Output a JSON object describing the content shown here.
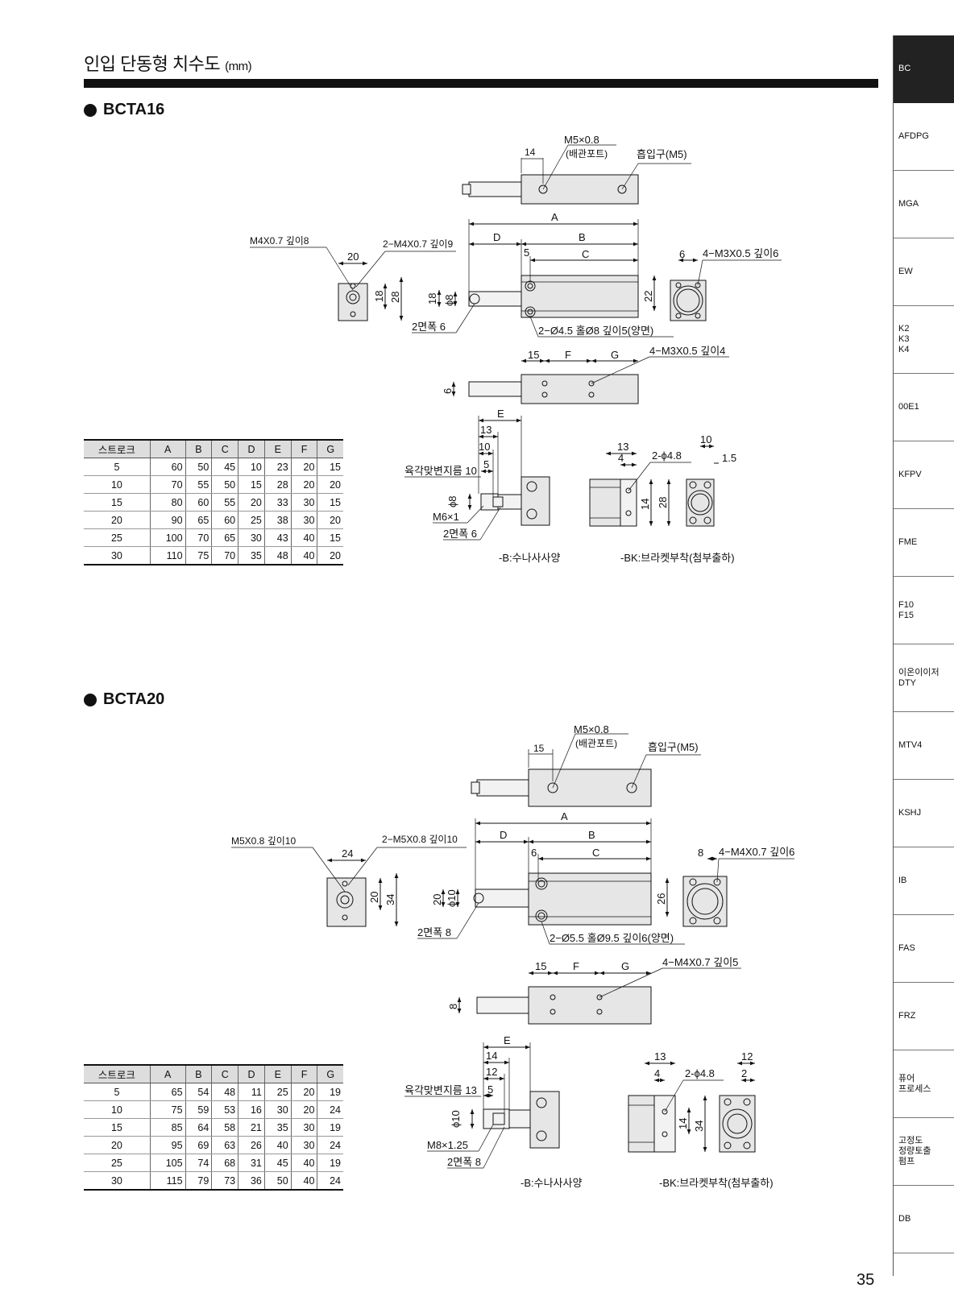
{
  "header": {
    "title": "인입 단동형 치수도",
    "unit": "(mm)"
  },
  "sidebar": [
    {
      "lines": [
        "BC"
      ],
      "active": true
    },
    {
      "lines": [
        "AFDPG"
      ]
    },
    {
      "lines": [
        "MGA"
      ]
    },
    {
      "lines": [
        "EW"
      ]
    },
    {
      "lines": [
        "K2",
        "K3",
        "K4"
      ]
    },
    {
      "lines": [
        "00E1"
      ]
    },
    {
      "lines": [
        "KFPV"
      ]
    },
    {
      "lines": [
        "FME"
      ]
    },
    {
      "lines": [
        "F10",
        "F15"
      ]
    },
    {
      "lines": [
        "이온이이저",
        "DTY"
      ]
    },
    {
      "lines": [
        "MTV4"
      ]
    },
    {
      "lines": [
        "KSHJ"
      ]
    },
    {
      "lines": [
        "IB"
      ]
    },
    {
      "lines": [
        "FAS"
      ]
    },
    {
      "lines": [
        "FRZ"
      ]
    },
    {
      "lines": [
        "퓨어",
        "프로세스"
      ]
    },
    {
      "lines": [
        "고정도",
        "정량토출",
        "펌프"
      ]
    },
    {
      "lines": [
        "DB"
      ]
    }
  ],
  "page_number": "35",
  "sections": [
    {
      "name": "BCTA16",
      "table": {
        "headers": [
          "스트로크",
          "A",
          "B",
          "C",
          "D",
          "E",
          "F",
          "G"
        ],
        "rows": [
          [
            "5",
            "60",
            "50",
            "45",
            "10",
            "23",
            "20",
            "15"
          ],
          [
            "10",
            "70",
            "55",
            "50",
            "15",
            "28",
            "20",
            "20"
          ],
          [
            "15",
            "80",
            "60",
            "55",
            "20",
            "33",
            "30",
            "15"
          ],
          [
            "20",
            "90",
            "65",
            "60",
            "25",
            "38",
            "30",
            "20"
          ],
          [
            "25",
            "100",
            "70",
            "65",
            "30",
            "43",
            "40",
            "15"
          ],
          [
            "30",
            "110",
            "75",
            "70",
            "35",
            "48",
            "40",
            "20"
          ]
        ]
      },
      "labels": {
        "port": "M5×0.8",
        "port_sub": "(배관포트)",
        "port_dim": "14",
        "breather": "흡입구(M5)",
        "front_tap": "M4X0.7 깊이8",
        "front_tap2": "2−M4X0.7 깊이9",
        "front_w": "20",
        "front_h1": "18",
        "front_h2": "28",
        "A": "A",
        "B": "B",
        "C": "C",
        "D": "D",
        "c5": "5",
        "rod_h": "18",
        "rod_d": "ϕ8",
        "flat": "2면폭 6",
        "mount_hole": "2−Ø4.5 홀Ø8 깊이5(양면)",
        "body_h": "22",
        "rear_dim": "6",
        "rear_tap": "4−M3X0.5 깊이6",
        "bot_15": "15",
        "bot_F": "F",
        "bot_G": "G",
        "bot_tap": "4−M3X0.5 깊이4",
        "bot_h": "6",
        "E": "E",
        "e13": "13",
        "e10": "10",
        "e5": "5",
        "hex": "육각맞변지름 10",
        "rod_d2": "ϕ8",
        "thread": "M6×1",
        "flat2": "2면폭 6",
        "bk13": "13",
        "bk4": "4",
        "bk_hole": "2-ϕ4.8",
        "bk10": "10",
        "bk15": "1.5",
        "bk14": "14",
        "bk28": "28",
        "cap_b": "-B:수나사사양",
        "cap_bk": "-BK:브라켓부착(첨부출하)"
      }
    },
    {
      "name": "BCTA20",
      "table": {
        "headers": [
          "스트로크",
          "A",
          "B",
          "C",
          "D",
          "E",
          "F",
          "G"
        ],
        "rows": [
          [
            "5",
            "65",
            "54",
            "48",
            "11",
            "25",
            "20",
            "19"
          ],
          [
            "10",
            "75",
            "59",
            "53",
            "16",
            "30",
            "20",
            "24"
          ],
          [
            "15",
            "85",
            "64",
            "58",
            "21",
            "35",
            "30",
            "19"
          ],
          [
            "20",
            "95",
            "69",
            "63",
            "26",
            "40",
            "30",
            "24"
          ],
          [
            "25",
            "105",
            "74",
            "68",
            "31",
            "45",
            "40",
            "19"
          ],
          [
            "30",
            "115",
            "79",
            "73",
            "36",
            "50",
            "40",
            "24"
          ]
        ]
      },
      "labels": {
        "port": "M5×0.8",
        "port_sub": "(배관포트)",
        "port_dim": "15",
        "breather": "흡입구(M5)",
        "front_tap": "M5X0.8 깊이10",
        "front_tap2": "2−M5X0.8 깊이10",
        "front_w": "24",
        "front_h1": "20",
        "front_h2": "34",
        "A": "A",
        "B": "B",
        "C": "C",
        "D": "D",
        "c5": "6",
        "rod_h": "20",
        "rod_d": "ϕ10",
        "flat": "2면폭 8",
        "mount_hole": "2−Ø5.5 홀Ø9.5 깊이6(양면)",
        "body_h": "26",
        "rear_dim": "8",
        "rear_tap": "4−M4X0.7 깊이6",
        "bot_15": "15",
        "bot_F": "F",
        "bot_G": "G",
        "bot_tap": "4−M4X0.7 깊이5",
        "bot_h": "8",
        "E": "E",
        "e13": "14",
        "e10": "12",
        "e5": "5",
        "hex": "육각맞변지름 13",
        "rod_d2": "ϕ10",
        "thread": "M8×1.25",
        "flat2": "2면폭 8",
        "bk13": "13",
        "bk4": "4",
        "bk_hole": "2-ϕ4.8",
        "bk10": "12",
        "bk15": "2",
        "bk14": "14",
        "bk28": "34",
        "cap_b": "-B:수나사사양",
        "cap_bk": "-BK:브라켓부착(첨부출하)"
      }
    }
  ]
}
